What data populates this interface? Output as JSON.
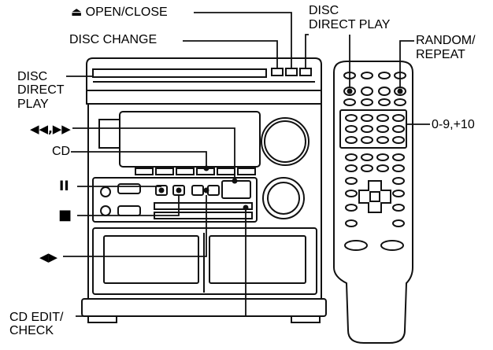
{
  "labels": {
    "open_close": "OPEN/CLOSE",
    "open_close_icon": "eject-icon",
    "disc_change": "DISC CHANGE",
    "disc_direct_play_top_1": "DISC",
    "disc_direct_play_top_2": "DIRECT PLAY",
    "random_repeat_1": "RANDOM/",
    "random_repeat_2": "REPEAT",
    "disc_direct_play_left_1": "DISC",
    "disc_direct_play_left_2": "DIRECT",
    "disc_direct_play_left_3": "PLAY",
    "skip": "◀◀,▶▶",
    "cd": "CD",
    "pause": "II",
    "stop": "■",
    "direction": "◀▶",
    "numbers": "0-9,+10",
    "cd_edit_check_1": "CD EDIT/",
    "cd_edit_check_2": "CHECK"
  }
}
